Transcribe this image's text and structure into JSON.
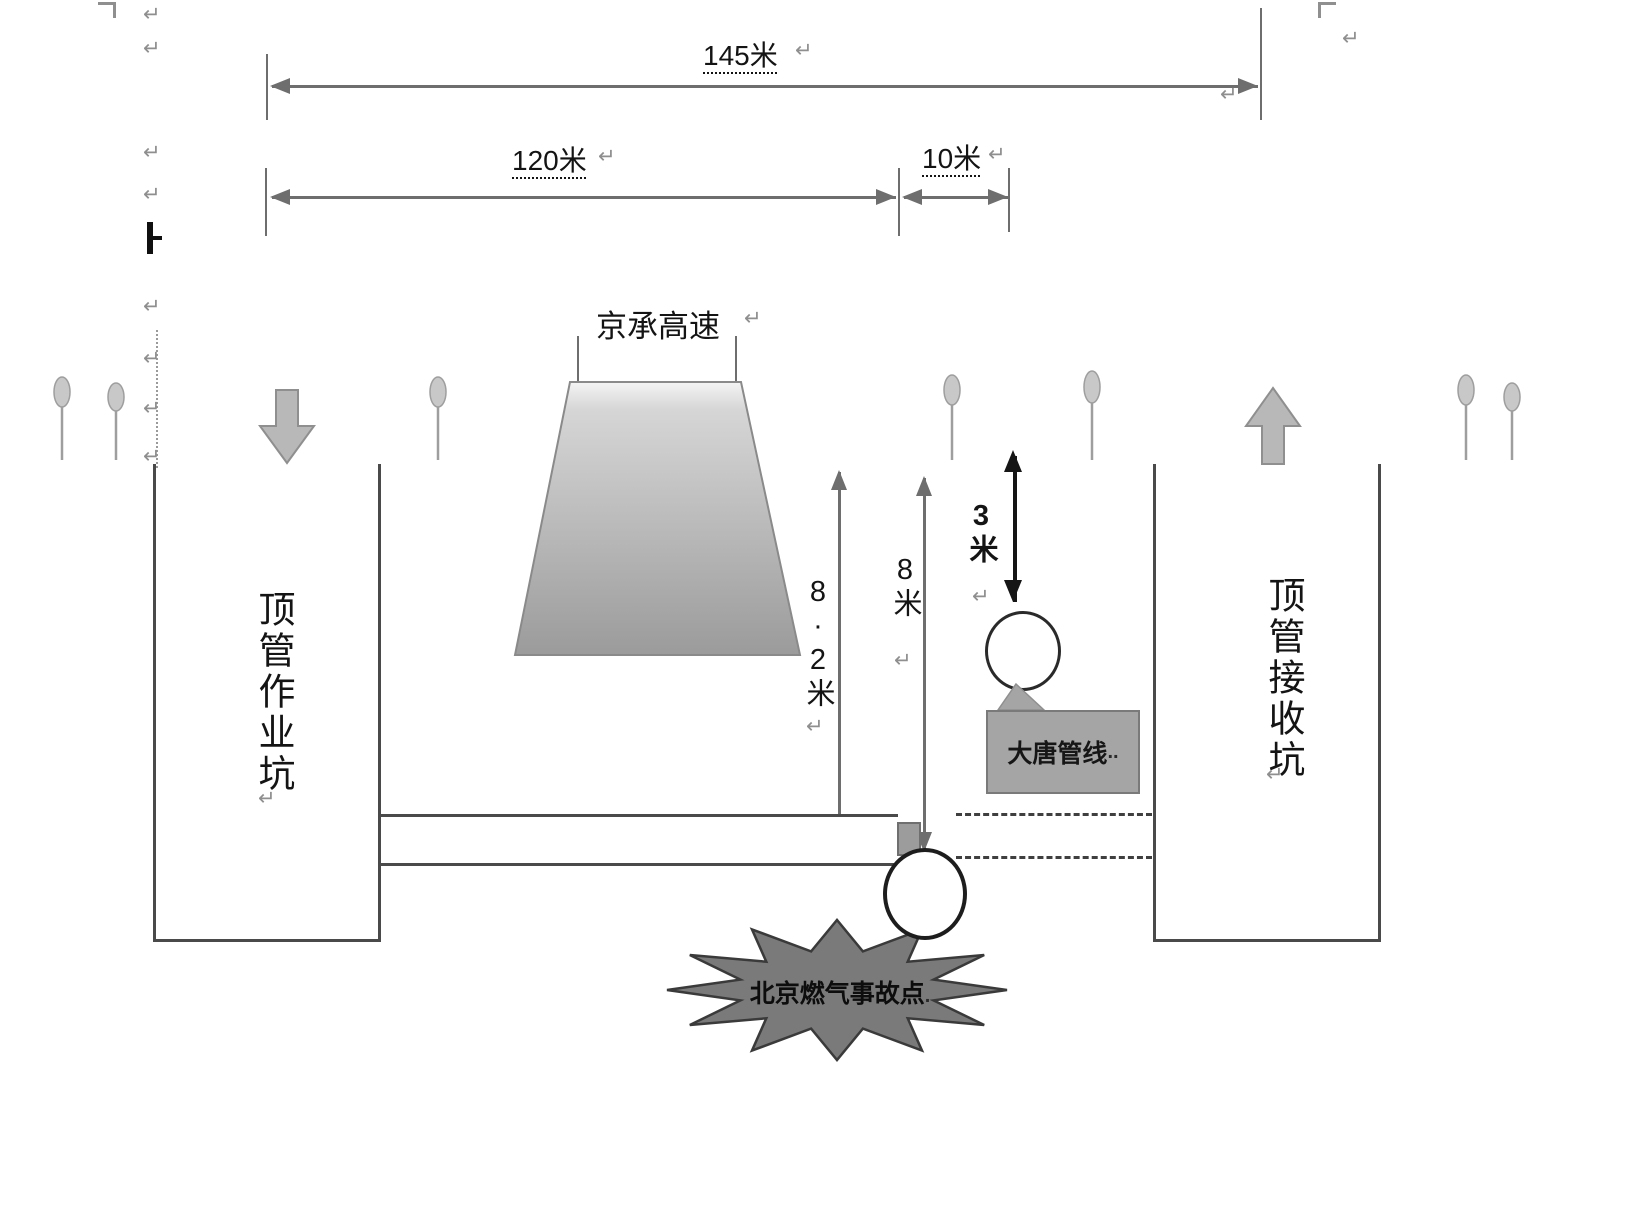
{
  "dimensions": {
    "total": "145米",
    "left_span": "120米",
    "right_span": "10米",
    "depth_a": "8·2米",
    "depth_b": "8米",
    "clearance": "3米"
  },
  "labels": {
    "highway": "京承高速",
    "work_pit": "顶管作业坑",
    "receive_pit": "顶管接收坑",
    "pipeline_box": "大唐管线",
    "accident_point": "北京燃气事故点"
  },
  "marks": {
    "pilcrow": "↵",
    "dot": ".",
    "ditto": ".."
  },
  "icons": {
    "down_arrow": "down-block-arrow",
    "up_arrow": "up-block-arrow",
    "tree": "tree-sprout",
    "star": "accident-starburst"
  },
  "colors": {
    "line": "#4a4a4a",
    "dim": "#6e6e6e",
    "text": "#141414",
    "mark": "#8f8f8f",
    "dash": "#3f3f3f",
    "tree_fill": "#c8c8c8",
    "tree_stroke": "#9e9e9e",
    "arrow_fill": "#b8b8b8",
    "box_fill": "#a5a5a5",
    "star_fill": "#7a7a7a",
    "black": "#151515"
  }
}
